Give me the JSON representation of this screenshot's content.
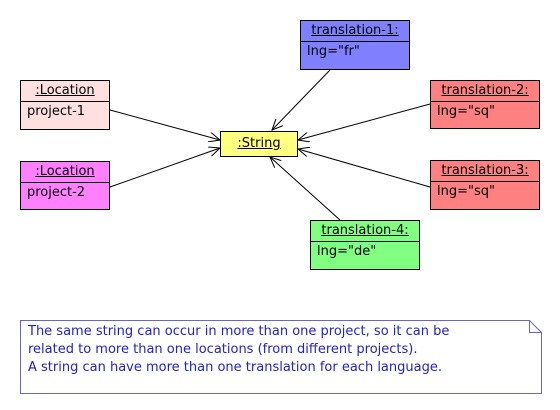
{
  "nodes": {
    "string": {
      "title": ":String",
      "fill": "#ffff80"
    },
    "location1": {
      "title": ":Location",
      "attr": "project-1",
      "fill": "#ffe0e0"
    },
    "location2": {
      "title": ":Location",
      "attr": "project-2",
      "fill": "#ff80ff"
    },
    "translation1": {
      "title": "translation-1:",
      "attr": "lng=\"fr\"",
      "fill": "#8080ff"
    },
    "translation2": {
      "title": "translation-2:",
      "attr": "lng=\"sq\"",
      "fill": "#ff8080"
    },
    "translation3": {
      "title": "translation-3:",
      "attr": "lng=\"sq\"",
      "fill": "#ff8080"
    },
    "translation4": {
      "title": "translation-4:",
      "attr": "lng=\"de\"",
      "fill": "#80ff80"
    }
  },
  "note": {
    "lines": [
      "The same string can occur in more than one project, so it can be",
      "related to more than one locations (from different projects).",
      "A string can have more than one translation for each language."
    ],
    "text_color": "#2222cc",
    "border_color": "#6666cc"
  }
}
